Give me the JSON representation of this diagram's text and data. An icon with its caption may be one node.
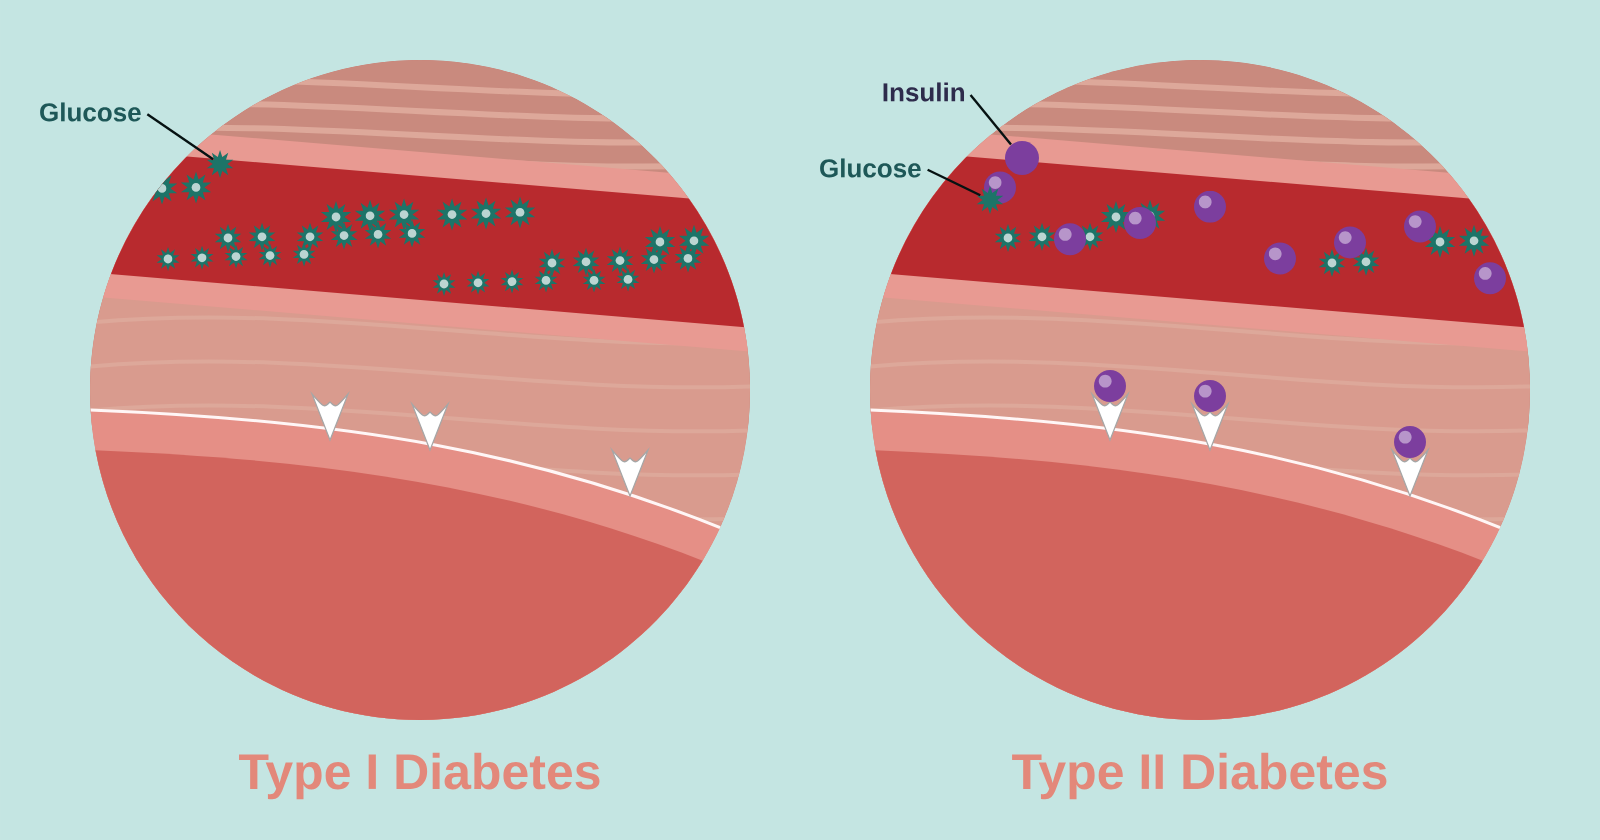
{
  "diagram": {
    "nodes": [
      {
        "text": [
          "Glucose"
        ]
      },
      {
        "text": [],
        "shape": "star"
      },
      {
        "text": [
          "Insulin"
        ]
      },
      {
        "text": [],
        "shape": "circle"
      },
      {
        "text": [
          "Glucose"
        ]
      },
      {
        "text": [],
        "shape": "star"
      }
    ],
    "edges": [
      {
        "from": 0,
        "to": 1,
        "arrow": "none"
      },
      {
        "from": 2,
        "to": 3,
        "arrow": "none"
      },
      {
        "from": 4,
        "to": 5,
        "arrow": "none"
      }
    ],
    "labels": [
      "Type I Diabetes",
      "Type II Diabetes"
    ]
  }
}
